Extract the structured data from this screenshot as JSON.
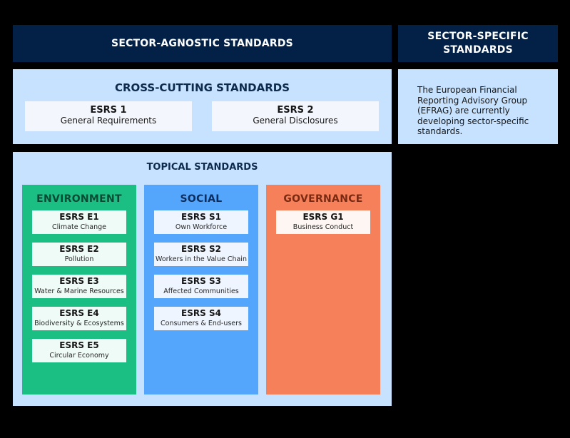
{
  "headers": {
    "sector_agnostic": "SECTOR-AGNOSTIC STANDARDS",
    "sector_specific": "SECTOR-SPECIFIC STANDARDS"
  },
  "cross_cutting": {
    "title": "CROSS-CUTTING STANDARDS",
    "items": [
      {
        "code": "ESRS 1",
        "name": "General Requirements"
      },
      {
        "code": "ESRS 2",
        "name": "General Disclosures"
      }
    ]
  },
  "sector_specific_note": "The European Financial Reporting Advisory Group (EFRAG) are currently developing sector-specific standards.",
  "topical": {
    "title": "TOPICAL STANDARDS",
    "columns": [
      {
        "title": "ENVIRONMENT",
        "color": "#1bbf83",
        "title_color": "#0b4a34",
        "card_bg": "#eefbf6",
        "items": [
          {
            "code": "ESRS E1",
            "name": "Climate Change"
          },
          {
            "code": "ESRS E2",
            "name": "Pollution"
          },
          {
            "code": "ESRS E3",
            "name": "Water & Marine Resources"
          },
          {
            "code": "ESRS E4",
            "name": "Biodiversity & Ecosystems"
          },
          {
            "code": "ESRS E5",
            "name": "Circular Economy"
          }
        ]
      },
      {
        "title": "SOCIAL",
        "color": "#54a6fc",
        "title_color": "#0c2d5e",
        "card_bg": "#eef5ff",
        "items": [
          {
            "code": "ESRS S1",
            "name": "Own Workforce"
          },
          {
            "code": "ESRS S2",
            "name": "Workers in the Value Chain"
          },
          {
            "code": "ESRS S3",
            "name": "Affected Communities"
          },
          {
            "code": "ESRS S4",
            "name": "Consumers & End-users"
          }
        ]
      },
      {
        "title": "GOVERNANCE",
        "color": "#f5805a",
        "title_color": "#7a2a12",
        "card_bg": "#fdf6f2",
        "items": [
          {
            "code": "ESRS G1",
            "name": "Business Conduct"
          }
        ]
      }
    ]
  },
  "colors": {
    "navy": "#032147",
    "light_blue": "#c6e2ff",
    "background": "#000000"
  }
}
